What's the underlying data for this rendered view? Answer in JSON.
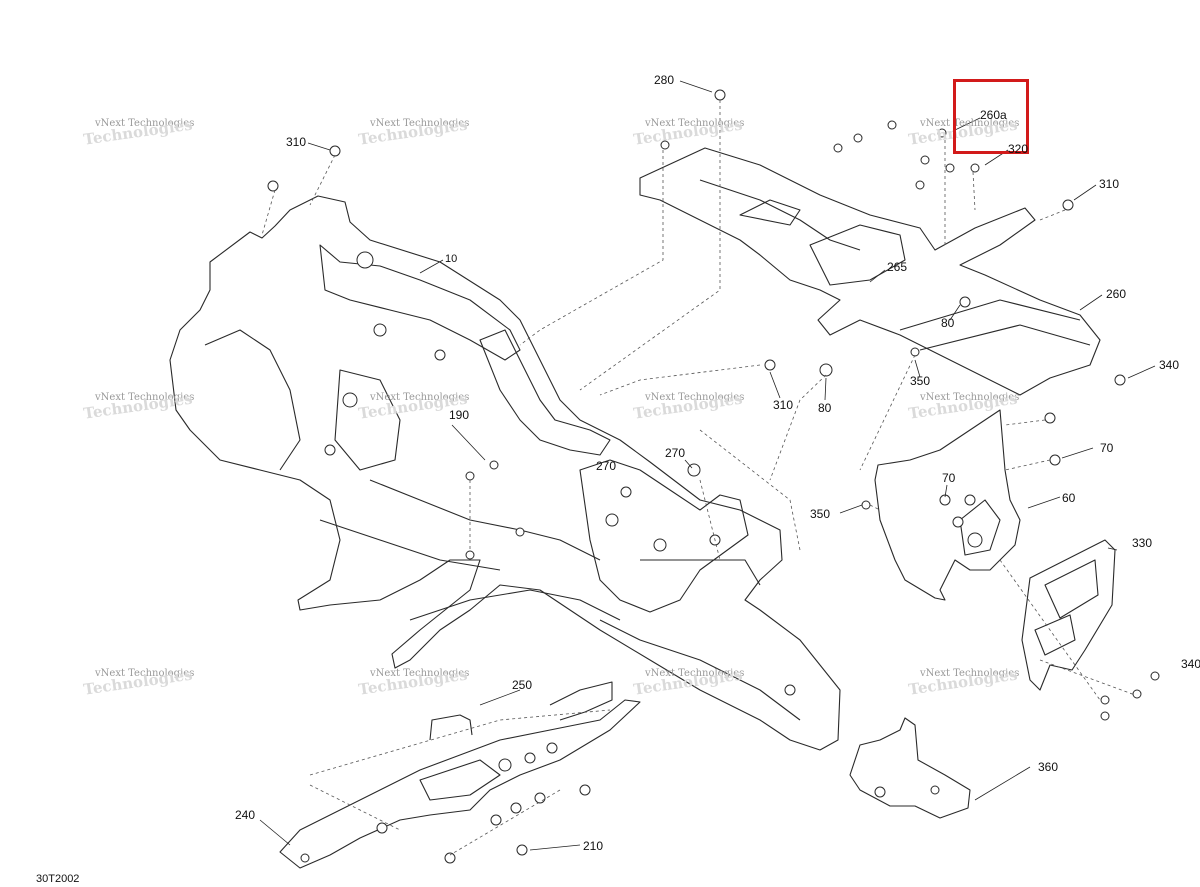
{
  "diagram_id": "30T2002",
  "watermark": {
    "line1": "vNext Technologies",
    "line2": "Technologies"
  },
  "callouts": {
    "c280": "280",
    "c260a": "260a",
    "c320": "320",
    "c310_tl": "310",
    "c310_tr": "310",
    "c10": "10",
    "c265": "265",
    "c260": "260",
    "c80_upper": "80",
    "c340_upper": "340",
    "c310_mid": "310",
    "c80_mid": "80",
    "c350_upper": "350",
    "c70_upper": "70",
    "c190": "190",
    "c270_left": "270",
    "c270_right": "270",
    "c70_mid": "70",
    "c60": "60",
    "c350_lower": "350",
    "c330": "330",
    "c340_lower": "340",
    "c250": "250",
    "c360": "360",
    "c240": "240",
    "c210": "210"
  },
  "colors": {
    "highlight": "#d21a1a",
    "line": "#2a2a2a",
    "background": "#ffffff"
  }
}
